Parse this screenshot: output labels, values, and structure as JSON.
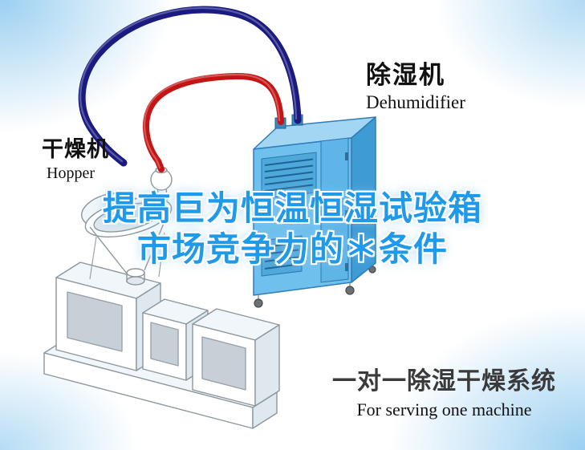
{
  "labels": {
    "dehumidifier": {
      "cn": "除湿机",
      "en": "Dehumidifier"
    },
    "hopper": {
      "cn": "干燥机",
      "en": "Hopper"
    }
  },
  "headline": {
    "line1": "提高巨为恒温恒湿试验箱",
    "line2": "市场竞争力的＊条件"
  },
  "caption": {
    "cn": "一对一除湿干燥系统",
    "en": "For serving one machine"
  },
  "colors": {
    "headline_blue": "#1f99ea",
    "pipe_red": "#c41414",
    "pipe_navy": "#1a1a80",
    "machine_front": "#70c0ee",
    "machine_side": "#3f9bd4",
    "machine_top": "#a3d6f3",
    "corner_tint": "#96cdf0"
  }
}
